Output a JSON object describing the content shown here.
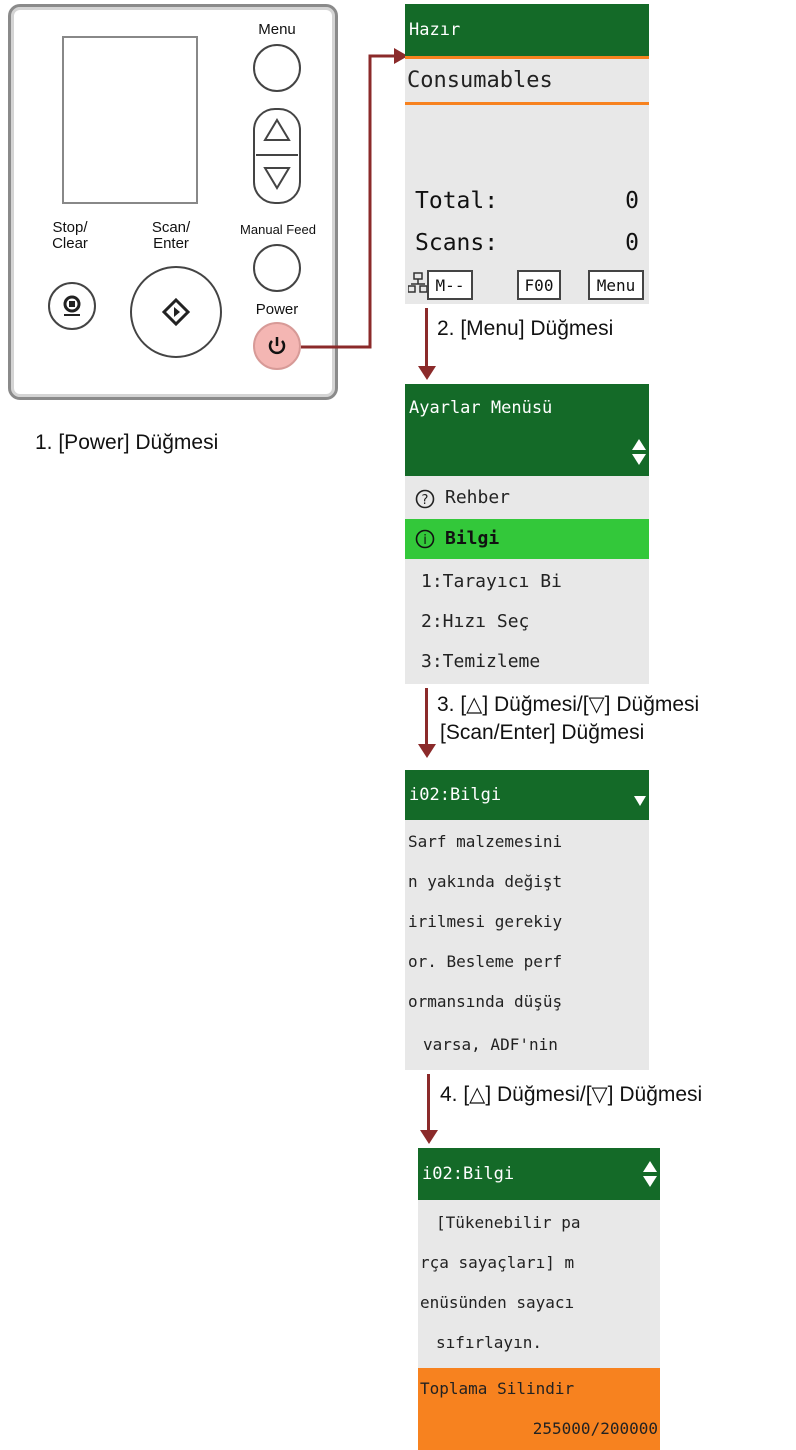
{
  "panel": {
    "menu_label": "Menu",
    "stop_label_1": "Stop/",
    "stop_label_2": "Clear",
    "scan_label_1": "Scan/",
    "scan_label_2": "Enter",
    "manual_feed_label": "Manual Feed",
    "power_label": "Power"
  },
  "steps": [
    {
      "caption": "1. [Power] Düğmesi"
    },
    {
      "caption": "2. [Menu] Düğmesi"
    },
    {
      "caption_line1": "3. [△] Düğmesi/[▽] Düğmesi",
      "caption_line2": "[Scan/Enter] Düğmesi"
    },
    {
      "caption": "4. [△] Düğmesi/[▽] Düğmesi"
    }
  ],
  "screen1": {
    "header": "Hazır",
    "subheader": "Consumables",
    "total_label": "Total:",
    "total_value": "0",
    "scans_label": "Scans:",
    "scans_value": "0",
    "tag_mode": "M--",
    "tag_code": "F00",
    "tag_menu": "Menu"
  },
  "screen2": {
    "header": "Ayarlar Menüsü",
    "items": [
      "Rehber",
      "Bilgi",
      "1:Tarayıcı Bi",
      "2:Hızı Seç",
      "3:Temizleme"
    ]
  },
  "screen3": {
    "header": "i02:Bilgi",
    "lines": [
      "Sarf malzemesini",
      "n yakında değişt",
      "irilmesi gerekiy",
      "or. Besleme perf",
      "ormansında düşüş",
      "varsa, ADF'nin"
    ]
  },
  "screen4": {
    "header": "i02:Bilgi",
    "lines": [
      "[Tükenebilir pa",
      "rça sayaçları] m",
      "enüsünden sayacı",
      "sıfırlayın."
    ],
    "highlight_line1": "Toplama Silindir",
    "highlight_line2": "255000/200000"
  },
  "colors": {
    "header_green": "#146a28",
    "highlight_green": "#33c83a",
    "highlight_orange": "#f7821f",
    "power_button": "#f4b6b3",
    "arrow": "#8b2a2a"
  }
}
